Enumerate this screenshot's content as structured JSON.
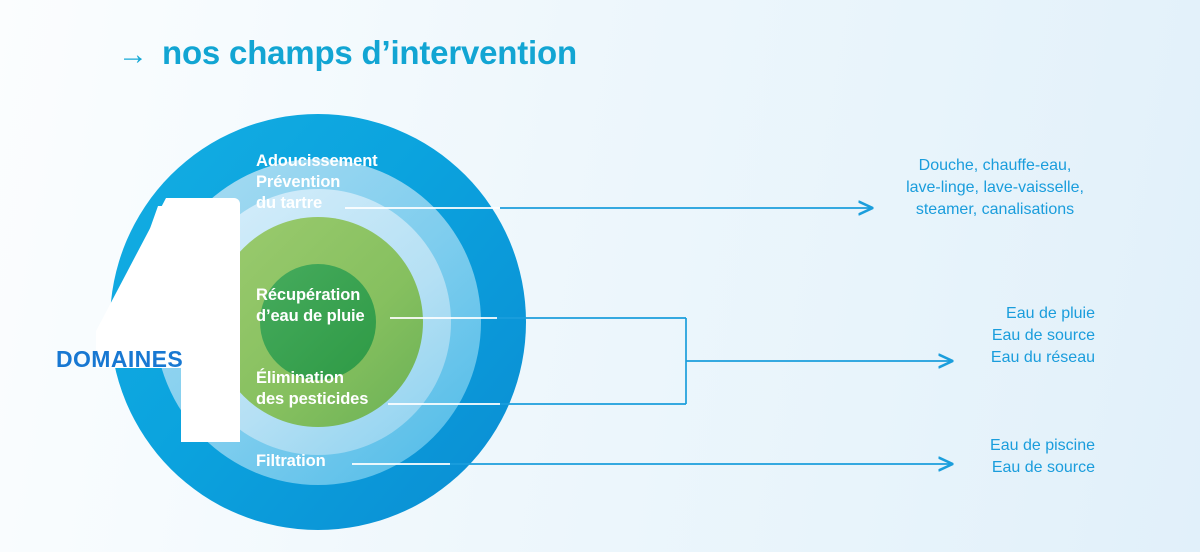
{
  "header": {
    "arrow_icon": "arrow-right-icon",
    "arrow_glyph": "→",
    "title": "nos champs d’intervention"
  },
  "diagram": {
    "center_number": "4",
    "center_caption": "DOMAINES",
    "rings": [
      {
        "id": "adoucissement",
        "label_line1": "Adoucissement",
        "label_line2": "Prévention",
        "label_line3": "du tartre",
        "color": "#0d9fdb"
      },
      {
        "id": "recuperation",
        "label_line1": "Récupération",
        "label_line2": "d’eau de pluie",
        "color": "#33a04a"
      },
      {
        "id": "elimination",
        "label_line1": "Élimination",
        "label_line2": "des pesticides",
        "color": "#8cc265"
      },
      {
        "id": "filtration",
        "label_line1": "Filtration",
        "color": "#0aaadf"
      }
    ]
  },
  "outputs": [
    {
      "id": "output-adoucissement",
      "align": "center",
      "lines": [
        "Douche, chauffe-eau,",
        "lave-linge, lave-vaisselle,",
        "steamer, canalisations"
      ]
    },
    {
      "id": "output-eau",
      "align": "right",
      "lines": [
        "Eau de pluie",
        "Eau de source",
        "Eau du réseau"
      ]
    },
    {
      "id": "output-filtration",
      "align": "right",
      "lines": [
        "Eau de piscine",
        "Eau de source"
      ]
    }
  ],
  "colors": {
    "brand_cyan": "#12a5d3",
    "text_blue": "#1a9ddc",
    "domaines_blue": "#1878d2",
    "ring_outer": "#0d9fdb",
    "ring_second": "#7ecdee",
    "ring_third": "#b5e0f4",
    "ring_green_light": "#8cc265",
    "ring_green_dark": "#33a04a",
    "connector": "#1b9edc",
    "background_left": "#fbfdfe",
    "background_right": "#e1f0fa"
  }
}
